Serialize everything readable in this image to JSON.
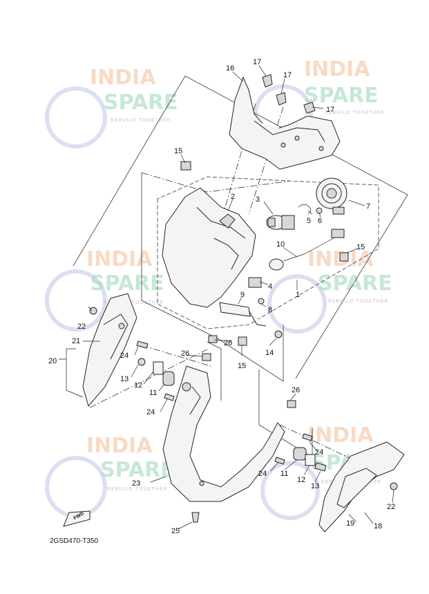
{
  "watermark": {
    "line1": "INDIA",
    "line2": "SPARE",
    "tagline": "REBUILD TOGETHER",
    "color_orange": "#f6c7a5",
    "color_green": "#a9dcc0",
    "color_purple": "#b7b4d8"
  },
  "callouts": {
    "c1": "1",
    "c2": "2",
    "c3": "3",
    "c4": "4",
    "c5": "5",
    "c6": "6",
    "c7": "7",
    "c8": "8",
    "c9": "9",
    "c10": "10",
    "c11a": "11",
    "c11b": "11",
    "c12a": "12",
    "c12b": "12",
    "c13a": "13",
    "c13b": "13",
    "c14": "14",
    "c15a": "15",
    "c15b": "15",
    "c15c": "15",
    "c16": "16",
    "c17a": "17",
    "c17b": "17",
    "c17c": "17",
    "c18": "18",
    "c19": "19",
    "c20": "20",
    "c21": "21",
    "c22a": "22",
    "c22b": "22",
    "c23": "23",
    "c24a": "24",
    "c24b": "24",
    "c24c": "24",
    "c25": "25",
    "c26a": "26",
    "c26b": "26",
    "c26c": "26"
  },
  "fwd_marker": "FWD",
  "drawing_code": "2GSD470-T350"
}
